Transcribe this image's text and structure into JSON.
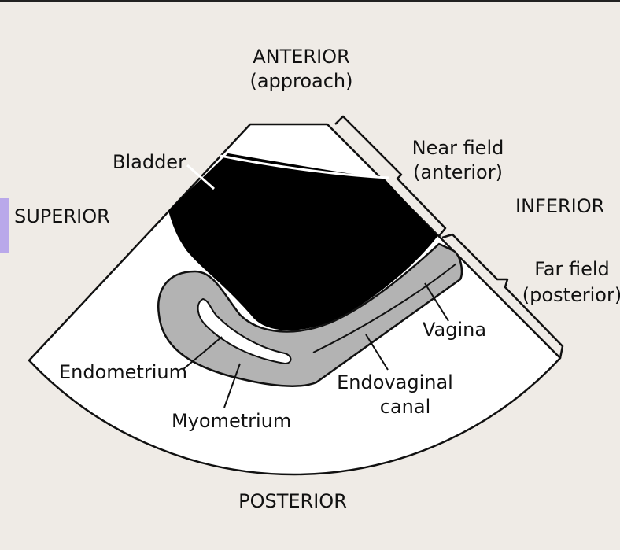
{
  "orientation": {
    "anterior": "ANTERIOR",
    "anterior_note": "(approach)",
    "superior": "SUPERIOR",
    "inferior": "INFERIOR",
    "posterior": "POSTERIOR"
  },
  "fields": {
    "near_field": "Near field",
    "near_field_note": "(anterior)",
    "far_field": "Far field",
    "far_field_note": "(posterior)"
  },
  "structures": {
    "bladder": "Bladder",
    "endometrium": "Endometrium",
    "myometrium": "Myometrium",
    "vagina": "Vagina",
    "endovaginal_canal_line1": "Endovaginal",
    "endovaginal_canal_line2": "canal"
  },
  "colors": {
    "background": "#efebe6",
    "accent_tab": "#b9a8ea",
    "bladder": "#000000",
    "uterus": "#b3b3b3",
    "field": "#ffffff"
  }
}
